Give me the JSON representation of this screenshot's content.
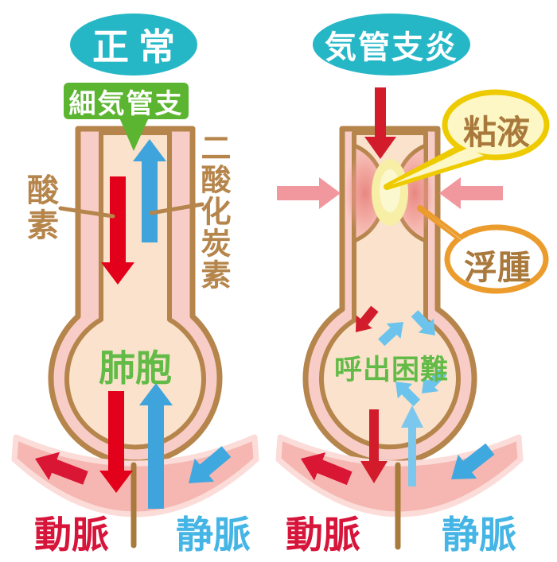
{
  "left_panel": {
    "title": "正常",
    "bronchiole_label": "細気管支",
    "oxygen_label": "酸素",
    "co2_label": "二酸化炭素",
    "alveolus_label": "肺胞",
    "artery_label": "動脈",
    "vein_label": "静脈"
  },
  "right_panel": {
    "title": "気管支炎",
    "mucus_label": "粘液",
    "edema_label": "浮腫",
    "dyspnea_label": "呼出困難",
    "artery_label": "動脈",
    "vein_label": "静脈"
  },
  "colors": {
    "title_teal": "#26b7c7",
    "label_green": "#5cb531",
    "text_green": "#62bb46",
    "outline_brown": "#b5854b",
    "arrow_red": "#e2001a",
    "crimson": "#d7143a",
    "arrow_blue": "#3fa3dc",
    "light_blue": "#6cc4ec",
    "salmon": "#f0989e",
    "wall_pink": "#f8cdc8",
    "inner_cream": "#fae2cd",
    "vessel_pink": "#f6b7b2",
    "vessel_edge": "#fbdcd8",
    "mucus_yellow": "#eecb00",
    "edema_orange": "#eb9c2d"
  }
}
